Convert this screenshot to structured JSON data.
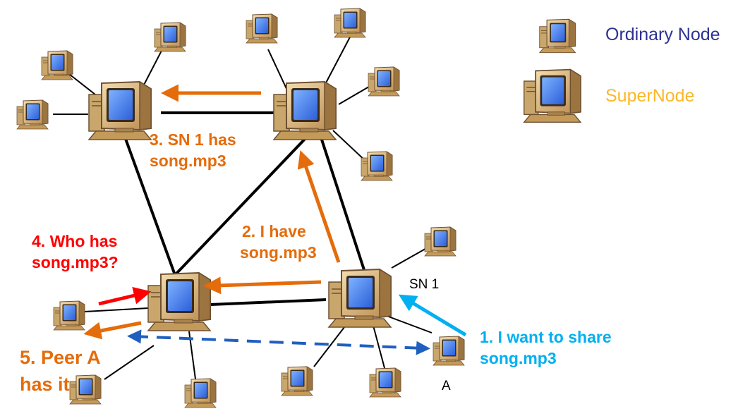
{
  "legend": {
    "ordinary_label": "Ordinary Node",
    "supernode_label": "SuperNode",
    "ordinary_color": "#2e3192",
    "supernode_color": "#fbb829"
  },
  "labels": {
    "sn1": "SN 1",
    "peer_a": "A"
  },
  "steps": {
    "step1_line1": "1. I want to share",
    "step1_line2": "song.mp3",
    "step2_line1": "2. I have",
    "step2_line2": "song.mp3",
    "step3_line1": "3. SN 1 has",
    "step3_line2": "song.mp3",
    "step4_line1": "4. Who has",
    "step4_line2": "song.mp3?",
    "step5_line1": "5. Peer A",
    "step5_line2": "has it"
  },
  "colors": {
    "orange": "#e46c0a",
    "red": "#ff0000",
    "cyan": "#00b0f0",
    "blue_dashed": "#2e75b6",
    "link": "#000000"
  },
  "icons": {
    "node": "computer-icon"
  }
}
